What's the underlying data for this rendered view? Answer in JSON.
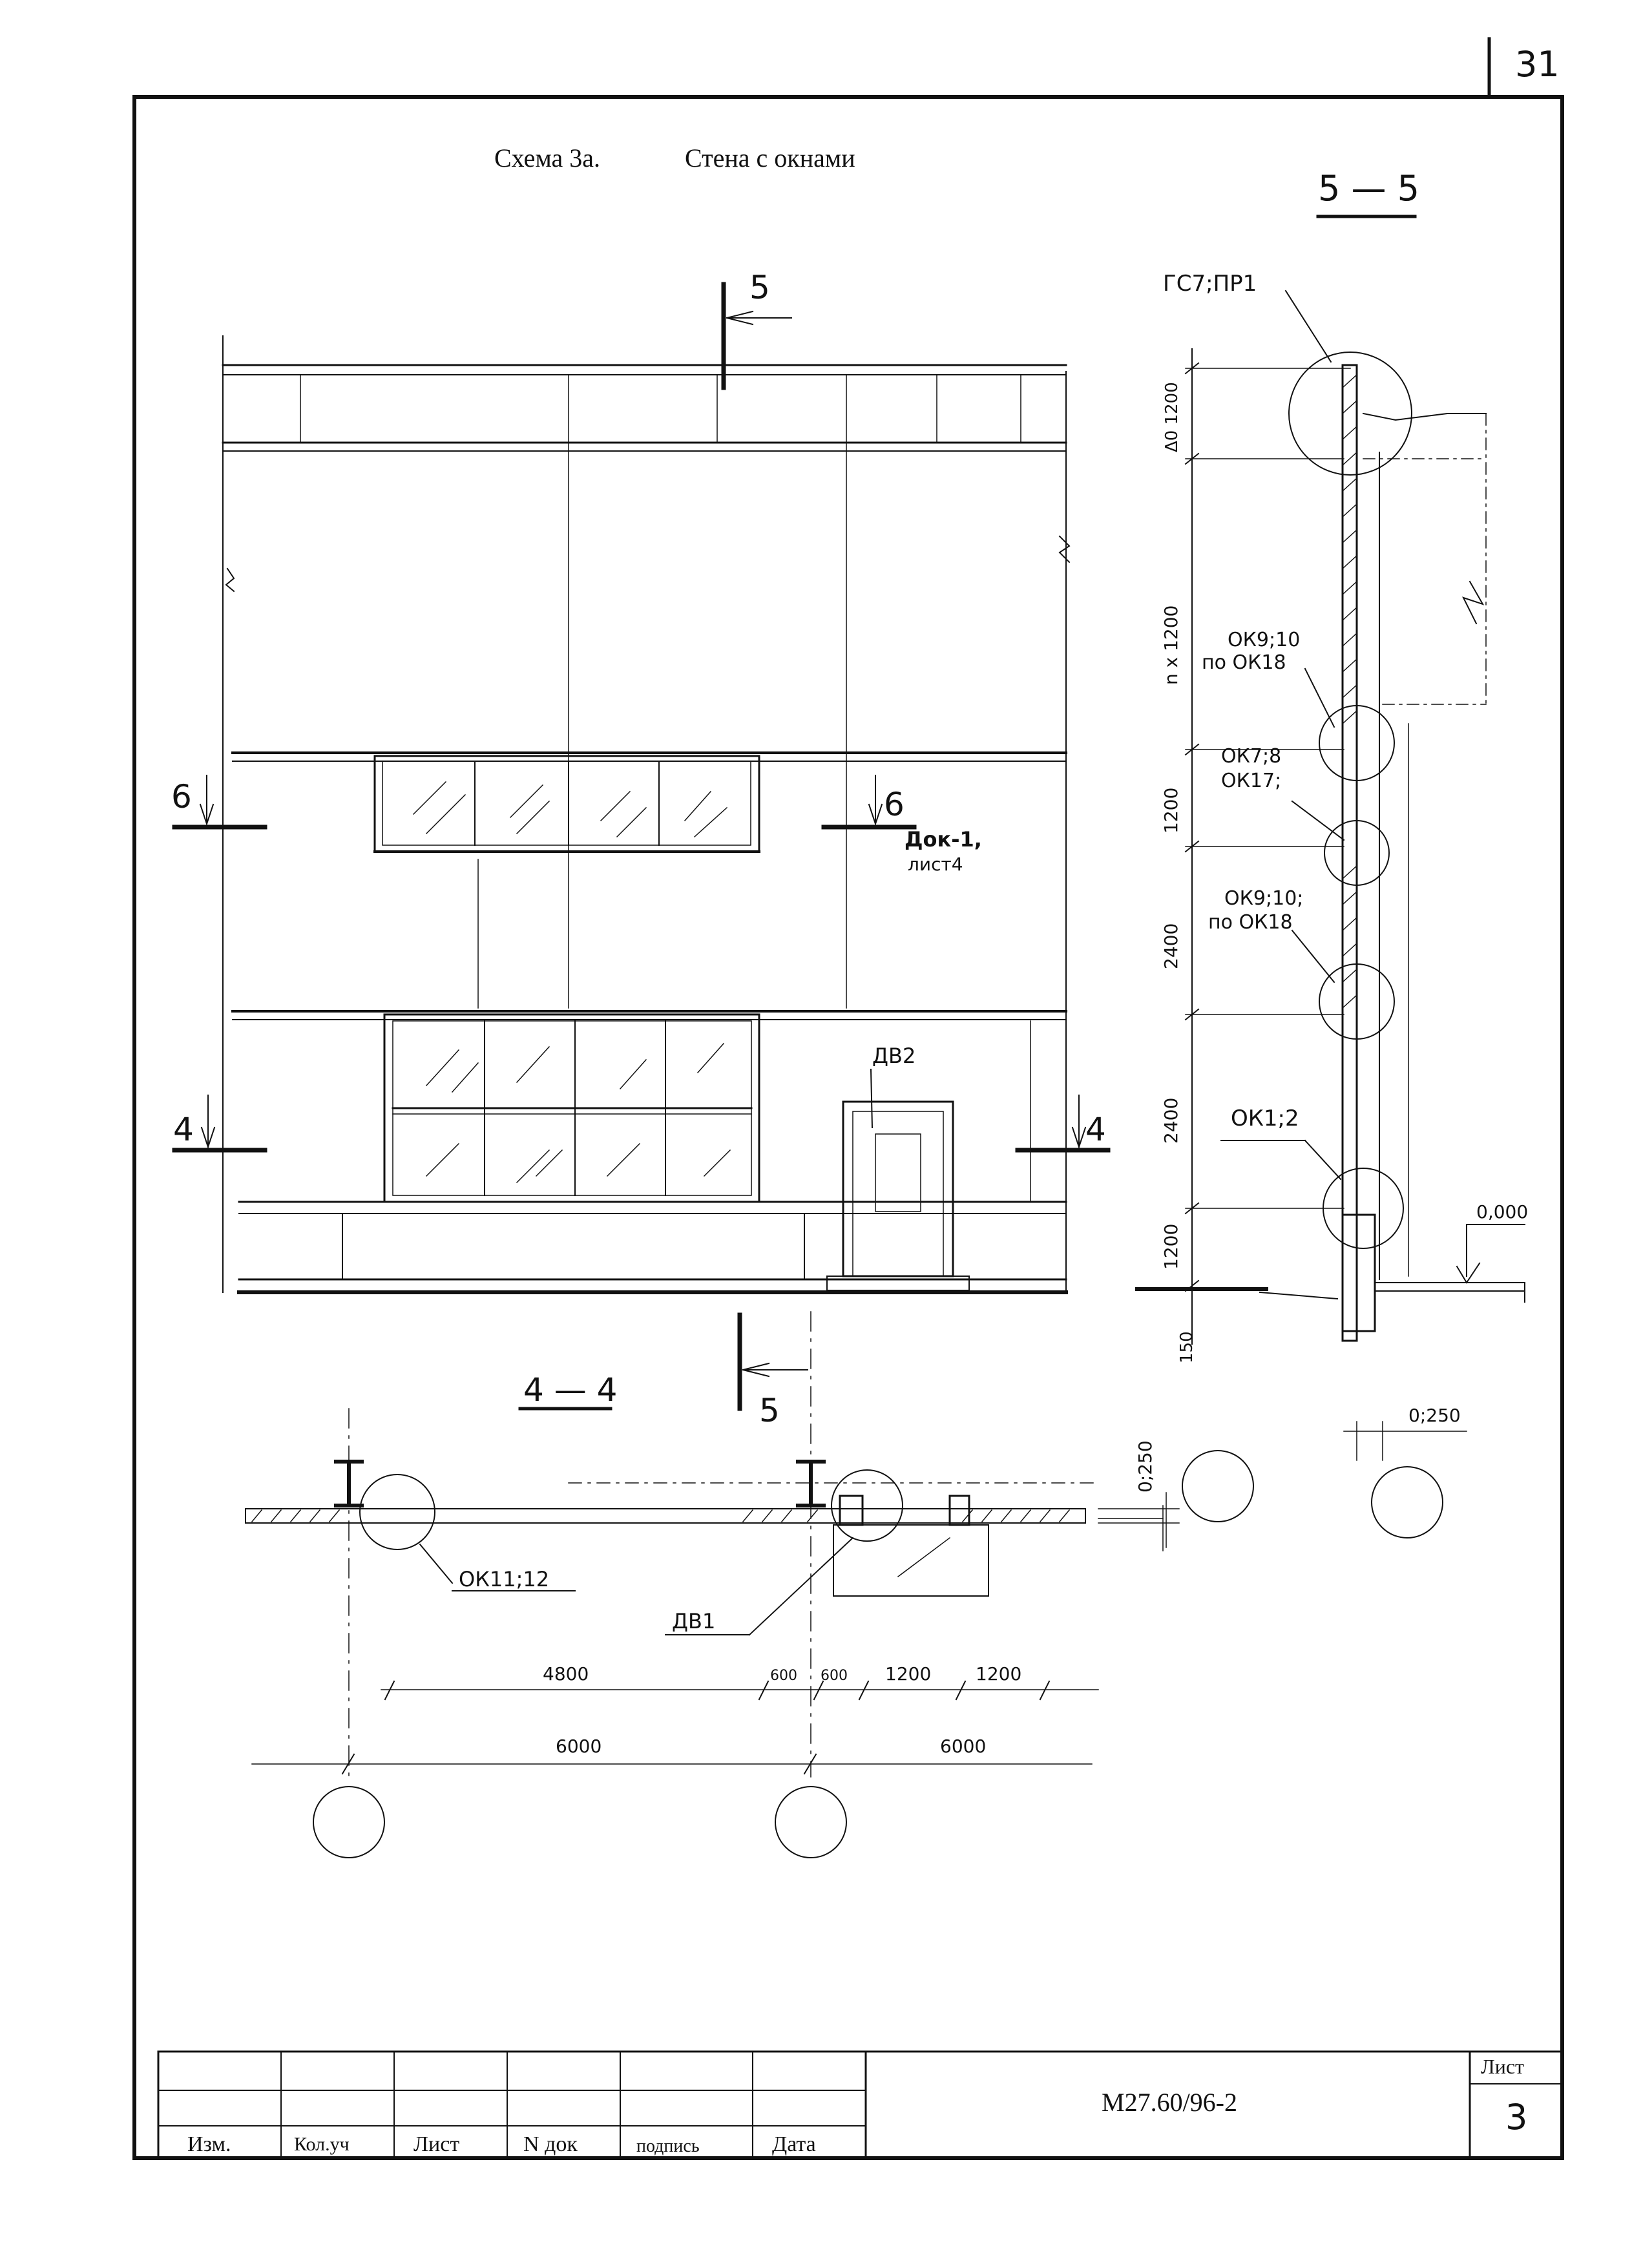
{
  "page_number": "31",
  "title": {
    "scheme": "Схема 3а.",
    "name": "Стена с окнами"
  },
  "elevation": {
    "cut_5_top": "5",
    "cut_5_bottom": "5",
    "cut_6_left": "6",
    "cut_6_right": "6",
    "cut_4_left": "4",
    "cut_4_right": "4",
    "doc_ref": "Док-1,",
    "doc_sheet": "лист4",
    "door_label": "ДВ2"
  },
  "section_5_5": {
    "title": "5 — 5",
    "callouts": [
      "ГС7;ПР1",
      "ОК9;10",
      "по ОК18",
      "ОК7;8",
      "ОК17;",
      "ОК9;10;",
      "по ОК18",
      "ОК1;2"
    ],
    "dims": [
      "Δ0 1200",
      "n x 1200",
      "1200",
      "2400",
      "2400",
      "1200",
      "150"
    ],
    "level_zero": "0,000",
    "offset": "0;250"
  },
  "plan_4_4": {
    "title": "4 — 4",
    "callout_window": "ОК11;12",
    "callout_door": "ДВ1",
    "offset": "0;250",
    "dims_top": [
      "4800",
      "600",
      "600",
      "1200",
      "1200"
    ],
    "dims_bottom": [
      "6000",
      "6000"
    ]
  },
  "stamp": {
    "headers": [
      "Изм.",
      "Кол.уч",
      "Лист",
      "N док",
      "подпись",
      "Дата"
    ],
    "doc_code": "М27.60/96-2",
    "sheet_label": "Лист",
    "sheet_number": "3"
  },
  "colors": {
    "ink": "#111111",
    "paper": "#ffffff"
  }
}
